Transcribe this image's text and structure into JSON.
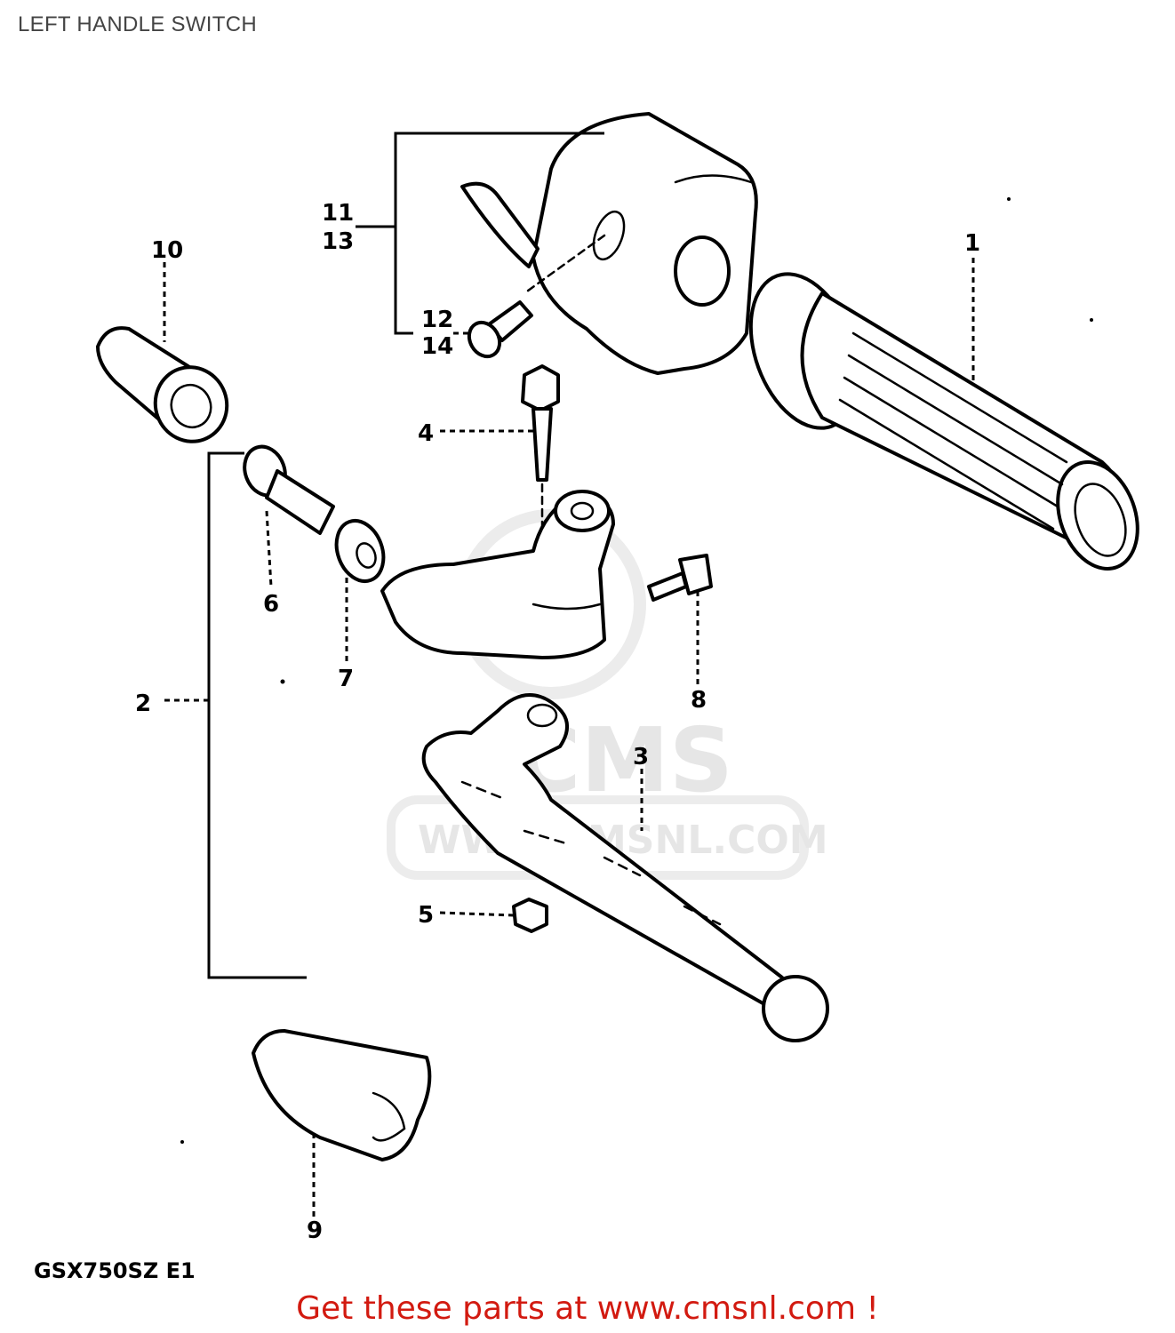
{
  "header": {
    "title": "LEFT HANDLE SWITCH"
  },
  "diagram": {
    "model_code": "GSX750SZ E1",
    "watermark": {
      "main": "CMS",
      "url": "WWW.CMSNL.COM"
    },
    "callouts": {
      "c1": "1",
      "c2": "2",
      "c3": "3",
      "c4": "4",
      "c5": "5",
      "c6": "6",
      "c7": "7",
      "c8": "8",
      "c9": "9",
      "c10": "10",
      "c11": "11",
      "c13": "13",
      "c12": "12",
      "c14": "14"
    }
  },
  "footer": {
    "text": "Get these parts at www.cmsnl.com !"
  },
  "colors": {
    "footer_text": "#d21a10",
    "line": "#000000",
    "watermark": "#e6e6e6"
  }
}
